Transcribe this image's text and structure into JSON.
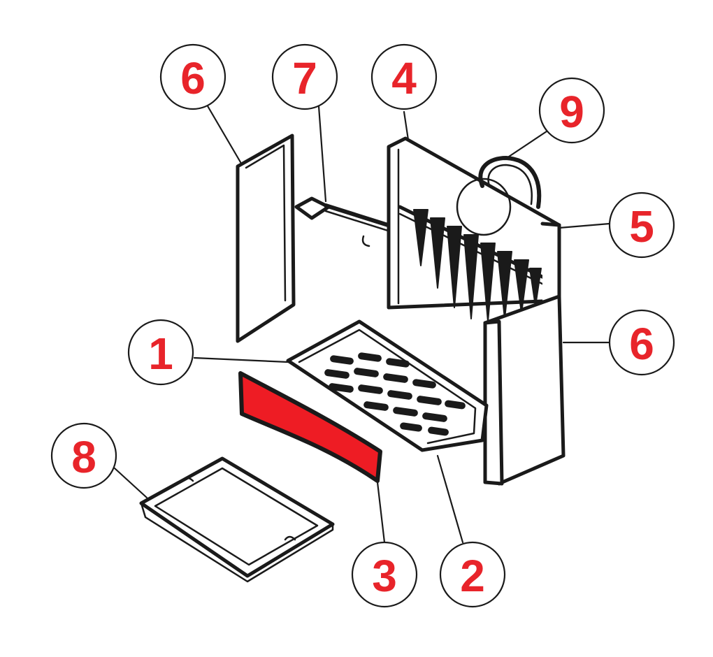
{
  "diagram": {
    "callouts": [
      {
        "id": "6a",
        "label": "6"
      },
      {
        "id": "7",
        "label": "7"
      },
      {
        "id": "4",
        "label": "4"
      },
      {
        "id": "9",
        "label": "9"
      },
      {
        "id": "5",
        "label": "5"
      },
      {
        "id": "6b",
        "label": "6"
      },
      {
        "id": "1",
        "label": "1"
      },
      {
        "id": "8",
        "label": "8"
      },
      {
        "id": "3",
        "label": "3"
      },
      {
        "id": "2",
        "label": "2"
      }
    ],
    "colors": {
      "label": "#e8242a",
      "line": "#1a1a1a",
      "highlight": "#ee1c24",
      "background": "#ffffff"
    }
  }
}
